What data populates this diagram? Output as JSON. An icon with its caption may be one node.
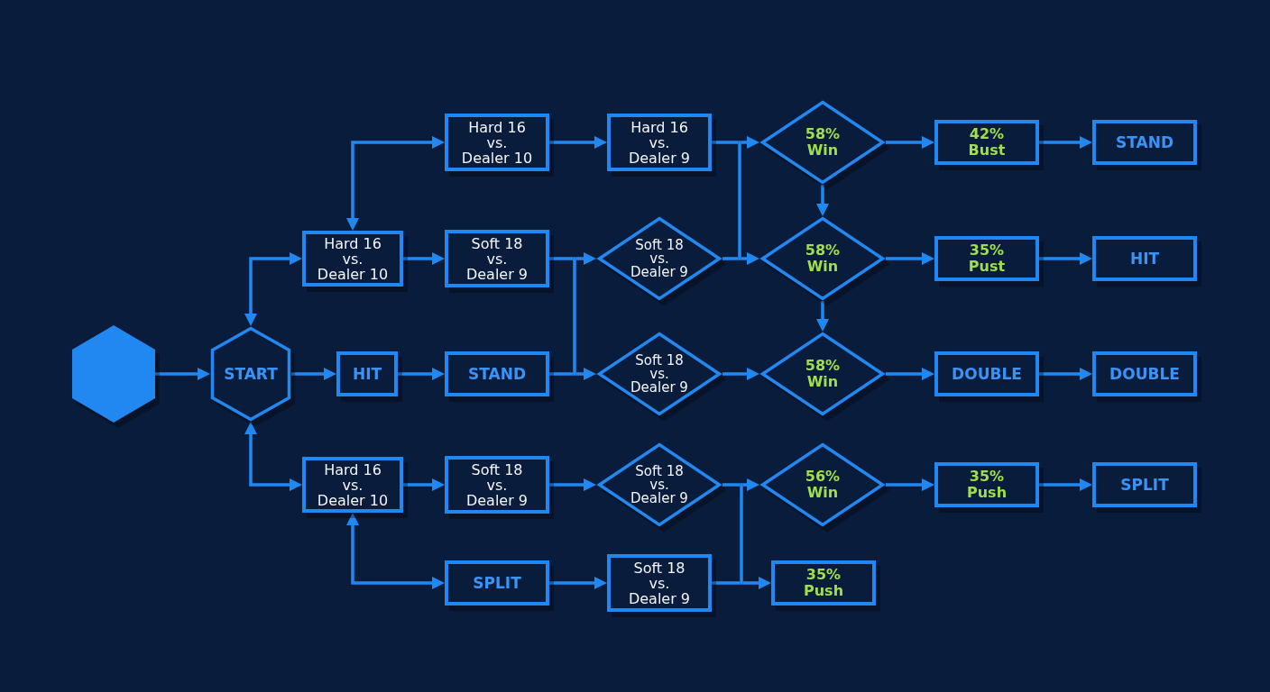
{
  "diagram": {
    "nodes": [
      {
        "text": [],
        "shape": "hexagon"
      },
      {
        "text": [
          "START"
        ]
      },
      {
        "text": [
          "Hard 16 vs. Dealer 10"
        ]
      },
      {
        "text": [
          "Hard 16 vs. Dealer 9"
        ]
      },
      {
        "text": [
          "58% Win"
        ]
      },
      {
        "text": [
          "42% Bust"
        ]
      },
      {
        "text": [
          "STAND"
        ]
      },
      {
        "text": [
          "Hard 16 vs. Dealer 10"
        ]
      },
      {
        "text": [
          "Soft 18 vs. Dealer 9"
        ]
      },
      {
        "text": [
          "Soft 18 vs. Dealer 9"
        ]
      },
      {
        "text": [
          "58% Win"
        ]
      },
      {
        "text": [
          "35% Pust"
        ]
      },
      {
        "text": [
          "HIT"
        ]
      },
      {
        "text": [
          "HIT"
        ]
      },
      {
        "text": [
          "STAND"
        ]
      },
      {
        "text": [
          "Soft 18 vs. Dealer 9"
        ]
      },
      {
        "text": [
          "58% Win"
        ]
      },
      {
        "text": [
          "DOUBLE"
        ]
      },
      {
        "text": [
          "DOUBLE"
        ]
      },
      {
        "text": [
          "Hard 16 vs. Dealer 10"
        ]
      },
      {
        "text": [
          "Soft 18 vs. Dealer 9"
        ]
      },
      {
        "text": [
          "Soft 18 vs. Dealer 9"
        ]
      },
      {
        "text": [
          "56% Win"
        ]
      },
      {
        "text": [
          "35% Push"
        ]
      },
      {
        "text": [
          "SPLIT"
        ]
      },
      {
        "text": [
          "SPLIT"
        ]
      },
      {
        "text": [
          "Soft 18 vs. Dealer 9"
        ]
      },
      {
        "text": [
          "35% Push"
        ]
      }
    ],
    "edges": [
      {
        "from": 0,
        "to": 1,
        "arrow": "to"
      },
      {
        "from": 1,
        "to": 7,
        "arrow": "both"
      },
      {
        "from": 1,
        "to": 19,
        "arrow": "both"
      },
      {
        "from": 7,
        "to": 2,
        "arrow": "both"
      },
      {
        "from": 2,
        "to": 3,
        "arrow": "to"
      },
      {
        "from": 3,
        "to": 4,
        "arrow": "to"
      },
      {
        "from": 3,
        "to": 10,
        "arrow": "to"
      },
      {
        "from": 9,
        "to": 4,
        "arrow": "to"
      },
      {
        "from": 9,
        "to": 10,
        "arrow": "to"
      },
      {
        "from": 4,
        "to": 5,
        "arrow": "to"
      },
      {
        "from": 5,
        "to": 6,
        "arrow": "to"
      },
      {
        "from": 4,
        "to": 10,
        "arrow": "to"
      },
      {
        "from": 7,
        "to": 8,
        "arrow": "to"
      },
      {
        "from": 8,
        "to": 9,
        "arrow": "to"
      },
      {
        "from": 8,
        "to": 15,
        "arrow": "to"
      },
      {
        "from": 14,
        "to": 9,
        "arrow": "to"
      },
      {
        "from": 14,
        "to": 15,
        "arrow": "to"
      },
      {
        "from": 10,
        "to": 11,
        "arrow": "to"
      },
      {
        "from": 11,
        "to": 12,
        "arrow": "to"
      },
      {
        "from": 10,
        "to": 16,
        "arrow": "to"
      },
      {
        "from": 1,
        "to": 13,
        "arrow": "to"
      },
      {
        "from": 13,
        "to": 14,
        "arrow": "to"
      },
      {
        "from": 15,
        "to": 16,
        "arrow": "to"
      },
      {
        "from": 16,
        "to": 17,
        "arrow": "to"
      },
      {
        "from": 17,
        "to": 18,
        "arrow": "to"
      },
      {
        "from": 19,
        "to": 20,
        "arrow": "to"
      },
      {
        "from": 20,
        "to": 21,
        "arrow": "to"
      },
      {
        "from": 21,
        "to": 22,
        "arrow": "to"
      },
      {
        "from": 21,
        "to": 27,
        "arrow": "to"
      },
      {
        "from": 26,
        "to": 22,
        "arrow": "to"
      },
      {
        "from": 26,
        "to": 27,
        "arrow": "to"
      },
      {
        "from": 22,
        "to": 23,
        "arrow": "to"
      },
      {
        "from": 23,
        "to": 24,
        "arrow": "to"
      },
      {
        "from": 19,
        "to": 25,
        "arrow": "both"
      },
      {
        "from": 25,
        "to": 26,
        "arrow": "to"
      }
    ]
  }
}
